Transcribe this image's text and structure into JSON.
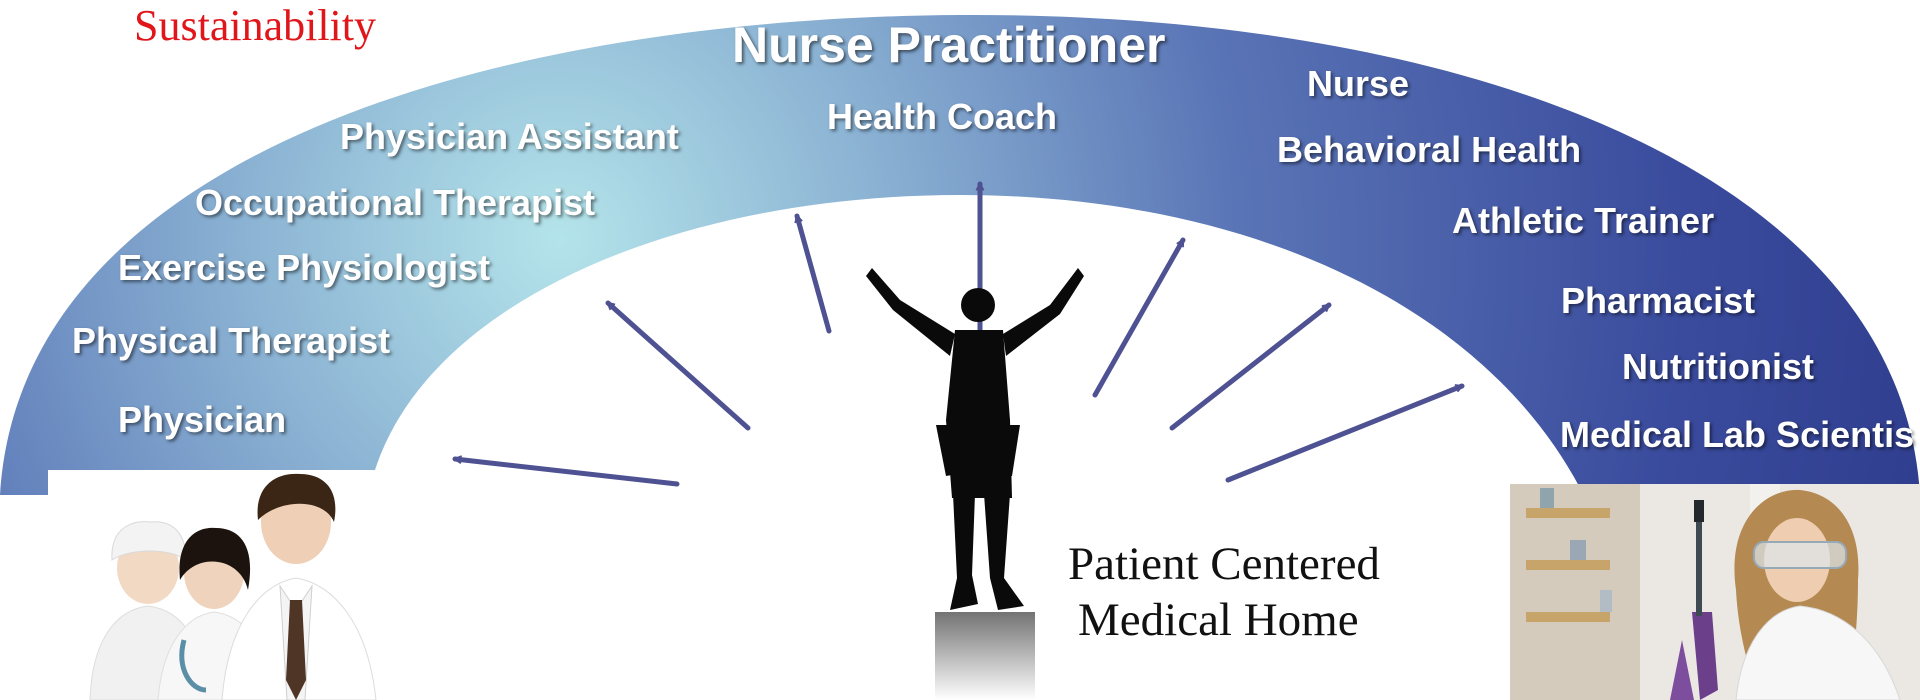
{
  "corner_title": "Sustainability",
  "arc_title": "Nurse Practitioner",
  "roles": {
    "physician_assistant": "Physician Assistant",
    "health_coach": "Health Coach",
    "nurse": "Nurse",
    "behavioral_health": "Behavioral Health",
    "occupational_therapist": "Occupational Therapist",
    "athletic_trainer": "Athletic Trainer",
    "exercise_physiologist": "Exercise Physiologist",
    "pharmacist": "Pharmacist",
    "physical_therapist": "Physical Therapist",
    "nutritionist": "Nutritionist",
    "physician": "Physician",
    "medical_lab_scientist": "Medical Lab Scientis"
  },
  "center_label": {
    "line1": "Patient Centered",
    "line2": "Medical Home"
  },
  "colors": {
    "arc_light": "#b4e4ea",
    "arc_mid": "#7d9bc9",
    "arc_dark": "#2f3d93",
    "arrow": "#4e5192",
    "accent_red": "#e0161b"
  }
}
